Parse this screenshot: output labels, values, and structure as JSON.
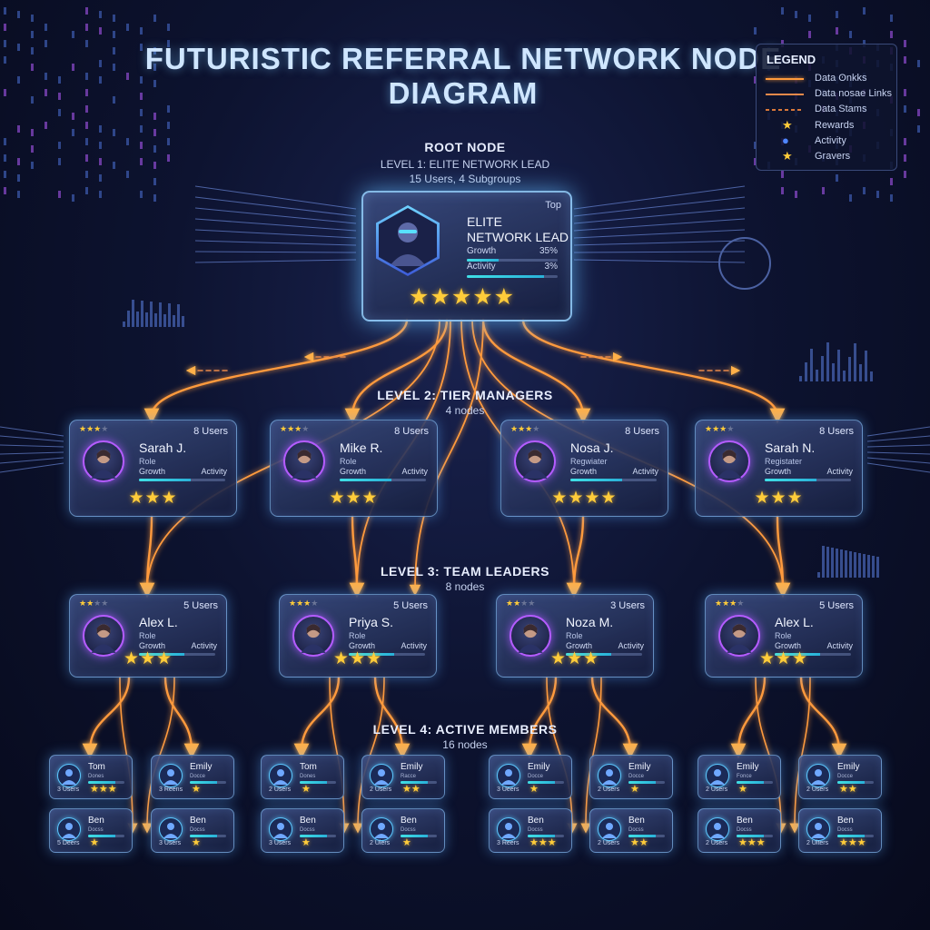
{
  "title": "FUTURISTIC REFERRAL NETWORK NODE DIAGRAM",
  "legend": {
    "title": "LEGEND",
    "items": [
      {
        "label": "Data ʘnkks",
        "kind": "solid",
        "color": "#ff9a3c"
      },
      {
        "label": "Data nosae Links",
        "kind": "solid",
        "color": "#e8894a"
      },
      {
        "label": "Data Stams",
        "kind": "dashed",
        "color": "#d9783a"
      },
      {
        "label": "Rewards",
        "kind": "star-icon",
        "color": "#ffcc3a"
      },
      {
        "label": "Activity",
        "kind": "dot-icon",
        "color": "#4f86ff"
      },
      {
        "label": "Gravers",
        "kind": "star-icon",
        "color": "#ffcc3a"
      }
    ]
  },
  "levels": {
    "root": {
      "heading": "ROOT NODE",
      "line1": "LEVEL 1: ELITE NETWORK LEAD",
      "line2": "15 Users, 4 Subgroups"
    },
    "l2": {
      "heading": "LEVEL 2: TIER MANAGERS",
      "sub": "4 nodes"
    },
    "l3": {
      "heading": "LEVEL 3: TEAM LEADERS",
      "sub": "8 nodes"
    },
    "l4": {
      "heading": "LEVEL 4: ACTIVE MEMBERS",
      "sub": "16 nodes"
    }
  },
  "root": {
    "tag": "Top",
    "name_line1": "ELITE",
    "name_line2": "NETWORK LEAD",
    "metric1_label": "Growth",
    "metric1_value": "35%",
    "metric1_fill": 0.35,
    "metric2_label": "Activity",
    "metric2_value": "3%",
    "metric2_fill": 0.85,
    "stars": "★★★★★"
  },
  "tier_managers": [
    {
      "name": "Sarah J.",
      "role": "Role",
      "users": "8 Users",
      "growth": "Growth",
      "activity": "Activity",
      "stars": "★★★",
      "rating": 3
    },
    {
      "name": "Mike R.",
      "role": "Role",
      "users": "8 Users",
      "growth": "Growth",
      "activity": "Activity",
      "stars": "★★★",
      "rating": 3
    },
    {
      "name": "Nosa J.",
      "role": "Regwiater",
      "users": "8 Users",
      "growth": "Growth",
      "activity": "Activity",
      "stars": "★★★★",
      "rating": 3
    },
    {
      "name": "Sarah N.",
      "role": "Registater",
      "users": "8 Users",
      "growth": "Growth",
      "activity": "Activity",
      "stars": "★★★",
      "rating": 3
    }
  ],
  "team_leaders": [
    {
      "name": "Alex L.",
      "role": "Role",
      "users": "5 Users",
      "growth": "Growth",
      "activity": "Activity",
      "stars": "★★★",
      "rating": 2
    },
    {
      "name": "Priya S.",
      "role": "Role",
      "users": "5 Users",
      "growth": "Growth",
      "activity": "Activity",
      "stars": "★★★",
      "rating": 3
    },
    {
      "name": "Noza M.",
      "role": "Role",
      "users": "3 Users",
      "growth": "Growth",
      "activity": "Activity",
      "stars": "★★★",
      "rating": 2
    },
    {
      "name": "Alex L.",
      "role": "Role",
      "users": "5 Users",
      "growth": "Growth",
      "activity": "Activity",
      "stars": "★★★",
      "rating": 3
    }
  ],
  "members": [
    {
      "name": "Tom",
      "sub": "Dones",
      "users": "3 Users",
      "stars": "★★★"
    },
    {
      "name": "Ben",
      "sub": "Docss",
      "users": "5 Deers",
      "stars": "★"
    },
    {
      "name": "Emily",
      "sub": "Docce",
      "users": "3 Reens",
      "stars": "★"
    },
    {
      "name": "Ben",
      "sub": "Docss",
      "users": "3 Users",
      "stars": "★"
    },
    {
      "name": "Tom",
      "sub": "Dones",
      "users": "2 Users",
      "stars": "★"
    },
    {
      "name": "Ben",
      "sub": "Docss",
      "users": "3 Users",
      "stars": "★"
    },
    {
      "name": "Emily",
      "sub": "Racce",
      "users": "2 Users",
      "stars": "★★"
    },
    {
      "name": "Ben",
      "sub": "Docss",
      "users": "2 Uiers",
      "stars": "★"
    },
    {
      "name": "Emily",
      "sub": "Docce",
      "users": "3 Ueers",
      "stars": "★"
    },
    {
      "name": "Ben",
      "sub": "Docss",
      "users": "3 Reers",
      "stars": "★★★"
    },
    {
      "name": "Emily",
      "sub": "Docce",
      "users": "2 Users",
      "stars": "★"
    },
    {
      "name": "Ben",
      "sub": "Docss",
      "users": "2 Users",
      "stars": "★★"
    },
    {
      "name": "Emily",
      "sub": "Fonce",
      "users": "2 Users",
      "stars": "★"
    },
    {
      "name": "Ben",
      "sub": "Docss",
      "users": "2 Users",
      "stars": "★★★"
    },
    {
      "name": "Emily",
      "sub": "Docce",
      "users": "2 Users",
      "stars": "★★"
    },
    {
      "name": "Ben",
      "sub": "Docss",
      "users": "2 Uiters",
      "stars": "★★★"
    }
  ]
}
